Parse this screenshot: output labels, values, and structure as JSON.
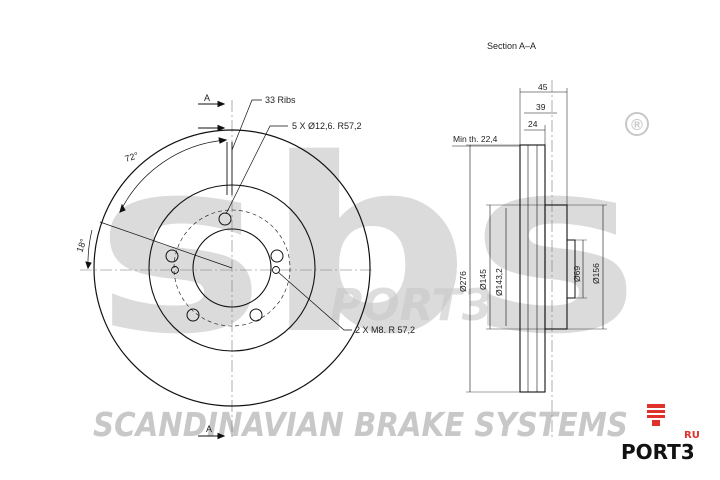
{
  "watermark": {
    "logo_text": "sbs",
    "registered_mark": "®",
    "company_name": "SCANDINAVIAN BRAKE SYSTEMS",
    "overlay_text": "PORT3"
  },
  "front_view": {
    "section_marker_top": "A",
    "section_marker_bottom": "A",
    "ribs_label": "33 Ribs",
    "bolt_holes_label": "5 X Ø12,6. R57,2",
    "thread_holes_label": "2 X M8. R 57,2",
    "angle_72": "72°",
    "angle_18": "18°"
  },
  "section_view": {
    "title": "Section A–A",
    "min_thickness": "Min th. 22,4",
    "dim_45": "45",
    "dim_39": "39",
    "dim_24": "24",
    "dia_276": "Ø276",
    "dia_145": "Ø145",
    "dia_143_2": "Ø143,2",
    "dia_69": "Ø69",
    "dia_156": "Ø156"
  },
  "badge": {
    "brand": "PORT3",
    "suffix": "RU",
    "accent_color": "#e0312b"
  }
}
